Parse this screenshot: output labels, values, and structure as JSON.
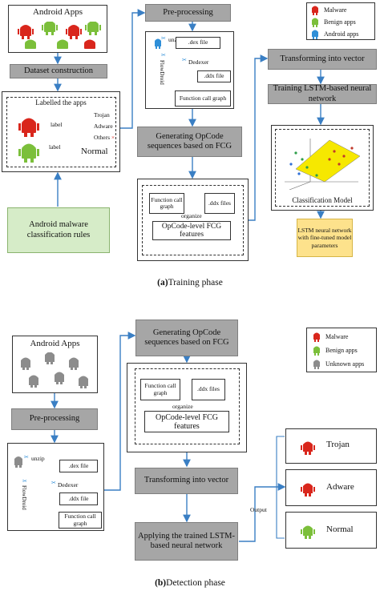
{
  "training": {
    "android_apps": "Android Apps",
    "dataset_construction": "Dataset construction",
    "labelled_apps": "Labelled the apps",
    "label1": "label",
    "label2": "label",
    "trojan": "Trojan",
    "adware": "Adware",
    "others": "Others",
    "others_mark": "×",
    "normal": "Normal",
    "rules": "Android malware classification rules",
    "preprocessing": "Pre-processing",
    "unzip": "unzip",
    "dex_file": ".dex file",
    "dedexer": "Dedexer",
    "ddx_file": ".ddx file",
    "flowdroid": "FlowDroid",
    "function_call_graph": "Function call graph",
    "generating": "Generating OpCode sequences based on FCG",
    "fcg_box_function": "Function call graph",
    "fcg_box_ddx": ".ddx files",
    "organize": "organize",
    "opcode_features": "OpCode-level FCG features",
    "transforming": "Transforming into vector",
    "training_lstm": "Training LSTM-based neural network",
    "classification_model": "Classification Model",
    "lstm_note": "LSTM neural network with fine-tuned model parameters",
    "legend": {
      "malware": "Malware",
      "benign": "Benign apps",
      "android": "Android apps"
    },
    "caption_letter": "(a)",
    "caption_text": "Training phase"
  },
  "detection": {
    "android_apps": "Android Apps",
    "preprocessing": "Pre-processing",
    "unzip": "unzip",
    "dex_file": ".dex file",
    "dedexer": "Dedexer",
    "ddx_file": ".ddx file",
    "flowdroid": "FlowDroid",
    "function_call_graph": "Function call graph",
    "generating": "Generating OpCode sequences based on FCG",
    "fcg_box_function": "Function call graph",
    "fcg_box_ddx": ".ddx files",
    "organize": "organize",
    "opcode_features": "OpCode-level FCG features",
    "transforming": "Transforming into vector",
    "applying": "Applying the trained LSTM-based neural network",
    "output": "Output",
    "results": [
      "Trojan",
      "Adware",
      "Normal"
    ],
    "legend": {
      "malware": "Malware",
      "benign": "Benign apps",
      "unknown": "Unknown apps"
    },
    "caption_letter": "(b)",
    "caption_text": "Detection phase"
  },
  "colors": {
    "malware": "#d9261c",
    "benign": "#7bbf3a",
    "android": "#2f8fd8",
    "unknown": "#8c8c8c",
    "arrow": "#3a7fc4"
  }
}
